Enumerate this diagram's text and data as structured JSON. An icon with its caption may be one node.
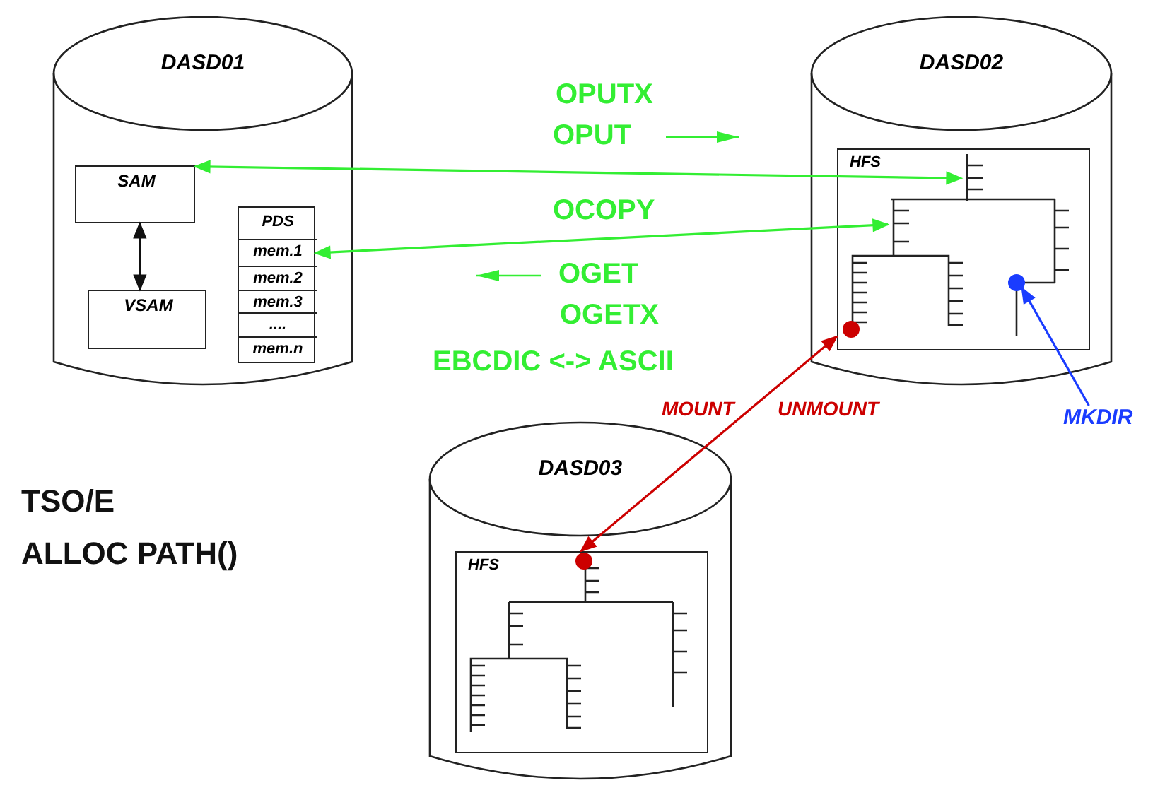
{
  "diagram": {
    "nodes": [
      {
        "text": [
          "DASD01"
        ]
      },
      {
        "text": [
          "SAM"
        ],
        "in": 0
      },
      {
        "text": [
          "VSAM"
        ],
        "in": 0
      },
      {
        "text": [
          "PDS"
        ],
        "in": 0
      },
      {
        "text": [
          "mem.1"
        ],
        "in": 3
      },
      {
        "text": [
          "mem.2"
        ],
        "in": 3
      },
      {
        "text": [
          "mem.3"
        ],
        "in": 3
      },
      {
        "text": [
          "...."
        ],
        "in": 3
      },
      {
        "text": [
          "mem.n"
        ],
        "in": 3
      },
      {
        "text": [
          "DASD02"
        ]
      },
      {
        "text": [
          "HFS"
        ],
        "in": 9
      },
      {
        "text": [],
        "shape": "bar",
        "in": 10
      },
      {
        "text": [],
        "shape": "bar",
        "in": 10
      },
      {
        "text": [],
        "shape": "circle",
        "in": 10
      },
      {
        "text": [],
        "shape": "circle",
        "in": 10
      },
      {
        "text": [
          "MKDIR"
        ]
      },
      {
        "text": [
          "DASD03"
        ]
      },
      {
        "text": [
          "HFS"
        ],
        "in": 16
      },
      {
        "text": [],
        "shape": "circle",
        "in": 17
      }
    ],
    "edges": [
      {
        "from": 1,
        "to": 2,
        "arrow": "both",
        "color": "#111111"
      },
      {
        "from": 1,
        "to": 11,
        "arrow": "both",
        "color": "#33ee33"
      },
      {
        "from": 4,
        "to": 12,
        "arrow": "both",
        "color": "#33ee33"
      },
      {
        "from": 15,
        "to": 13,
        "arrow": "to",
        "color": "#1a3cff"
      },
      {
        "from": 17,
        "to": 10,
        "arrow": "both",
        "color": "#cc0000"
      }
    ],
    "labels": [
      "OPUTX",
      "OPUT",
      "OCOPY",
      "OGET",
      "OGETX",
      "EBCDIC <-> ASCII",
      "MOUNT",
      "UNMOUNT",
      "TSO/E",
      "ALLOC PATH()"
    ]
  }
}
